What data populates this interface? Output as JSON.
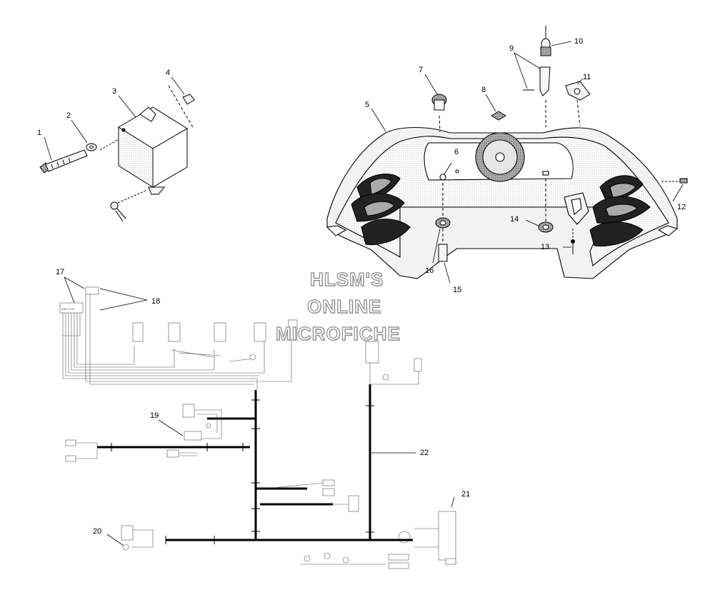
{
  "watermark": {
    "line1": "HLSM'S",
    "line2": "ONLINE",
    "line3": "MICROFICHE"
  },
  "callouts": [
    "1",
    "2",
    "3",
    "4",
    "5",
    "6",
    "7",
    "8",
    "9",
    "10",
    "11",
    "12",
    "13",
    "14",
    "15",
    "16",
    "17",
    "18",
    "19",
    "20",
    "21",
    "22"
  ]
}
